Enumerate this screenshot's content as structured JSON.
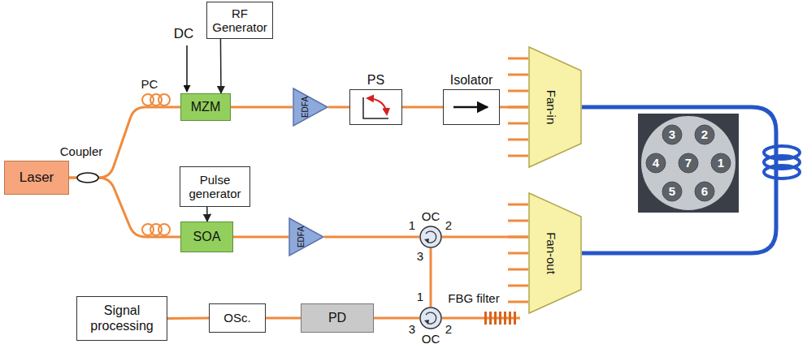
{
  "diagram": {
    "nodes": [
      {
        "text": [
          "Laser"
        ]
      },
      {
        "text": [
          "RF Generator"
        ]
      },
      {
        "text": [
          "MZM"
        ]
      },
      {
        "text": [
          "EDFA"
        ]
      },
      {
        "text": [
          "PS"
        ]
      },
      {
        "text": [
          "Isolator"
        ]
      },
      {
        "text": [
          "Fan-in"
        ]
      },
      {
        "text": [
          "Pulse generator"
        ]
      },
      {
        "text": [
          "SOA"
        ]
      },
      {
        "text": [
          "EDFA"
        ]
      },
      {
        "text": [
          "OC"
        ]
      },
      {
        "text": [
          "Fan-out"
        ]
      },
      {
        "text": [
          "OC"
        ]
      },
      {
        "text": [
          "PD"
        ]
      },
      {
        "text": [
          "OSc."
        ]
      },
      {
        "text": [
          "Signal processing"
        ]
      }
    ],
    "edges": [
      {
        "from": 0,
        "to": 2,
        "arrow": "none"
      },
      {
        "from": 0,
        "to": 8,
        "arrow": "none"
      },
      {
        "from": 1,
        "to": 2,
        "arrow": "to"
      },
      {
        "from": 2,
        "to": 3,
        "arrow": "none"
      },
      {
        "from": 3,
        "to": 4,
        "arrow": "none"
      },
      {
        "from": 4,
        "to": 5,
        "arrow": "none"
      },
      {
        "from": 5,
        "to": 6,
        "arrow": "none"
      },
      {
        "from": 6,
        "to": 11,
        "arrow": "none"
      },
      {
        "from": 7,
        "to": 8,
        "arrow": "to"
      },
      {
        "from": 8,
        "to": 9,
        "arrow": "none"
      },
      {
        "from": 9,
        "to": 10,
        "arrow": "none"
      },
      {
        "from": 10,
        "to": 11,
        "arrow": "none"
      },
      {
        "from": 10,
        "to": 12,
        "arrow": "none"
      },
      {
        "from": 12,
        "to": 13,
        "arrow": "none"
      },
      {
        "from": 13,
        "to": 14,
        "arrow": "none"
      },
      {
        "from": 14,
        "to": 15,
        "arrow": "none"
      }
    ],
    "labels": [
      "PC",
      "DC",
      "Coupler",
      "1",
      "2",
      "3",
      "FBG filter",
      "1",
      "2",
      "3",
      "3",
      "2",
      "4",
      "7",
      "1",
      "5",
      "6"
    ]
  }
}
